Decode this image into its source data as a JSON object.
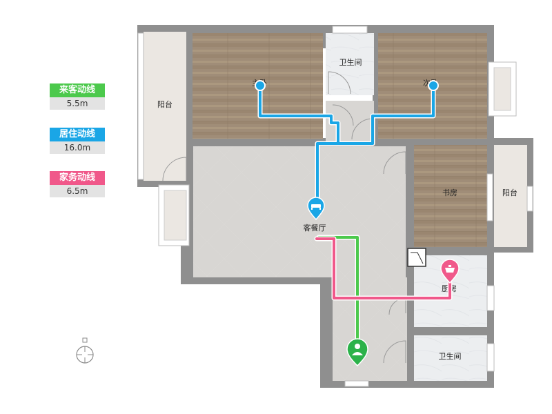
{
  "legend": [
    {
      "label": "来客动线",
      "value": "5.5m",
      "color": "#4cc94c"
    },
    {
      "label": "居住动线",
      "value": "16.0m",
      "color": "#1aa6e6"
    },
    {
      "label": "家务动线",
      "value": "6.5m",
      "color": "#f0588a"
    }
  ],
  "rooms": {
    "master_bedroom": "主卧",
    "second_bedroom": "次卧",
    "bathroom_top": "卫生间",
    "balcony_left": "阳台",
    "living_dining": "客餐厅",
    "study": "书房",
    "balcony_right": "阳台",
    "kitchen": "厨房",
    "bathroom_bottom": "卫生间"
  },
  "icons": {
    "entrance": "person-pin-icon",
    "living": "sofa-pin-icon",
    "kitchen": "cooking-pot-pin-icon",
    "compass": "compass-icon"
  },
  "colors": {
    "wall": "#8f8f8f",
    "floor_tile": "#d7d5d2",
    "floor_wood": "#a08d78",
    "balcony": "#ebe7e2",
    "bath_tile": "#eceef0"
  }
}
